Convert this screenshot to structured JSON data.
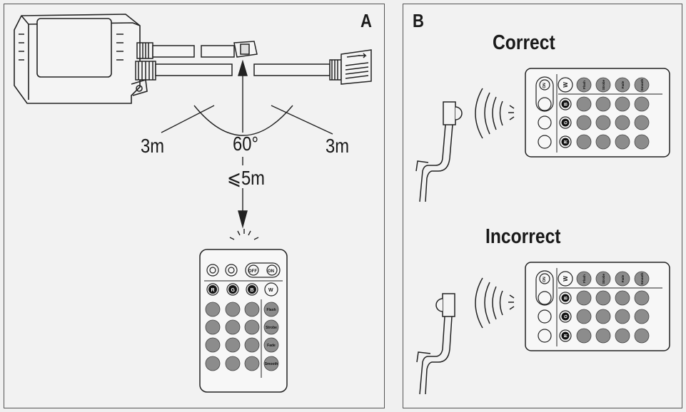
{
  "panel_a": {
    "letter": "A",
    "left_distance": "3m",
    "right_distance": "3m",
    "angle": "60°",
    "range": "⩽5m",
    "remote": {
      "row1": [
        "OFF",
        "ON"
      ],
      "row2": [
        "R",
        "G",
        "B",
        "W"
      ],
      "modes": [
        "Flash",
        "Strobe",
        "Fade",
        "Smooth"
      ]
    }
  },
  "panel_b": {
    "letter": "B",
    "correct_label": "Correct",
    "incorrect_label": "Incorrect",
    "remote": {
      "top": [
        "ON",
        "OFF",
        "W"
      ],
      "modes": [
        "Flash",
        "Strobe",
        "Fade",
        "Smooth"
      ],
      "side": [
        "B",
        "G",
        "R"
      ]
    }
  }
}
